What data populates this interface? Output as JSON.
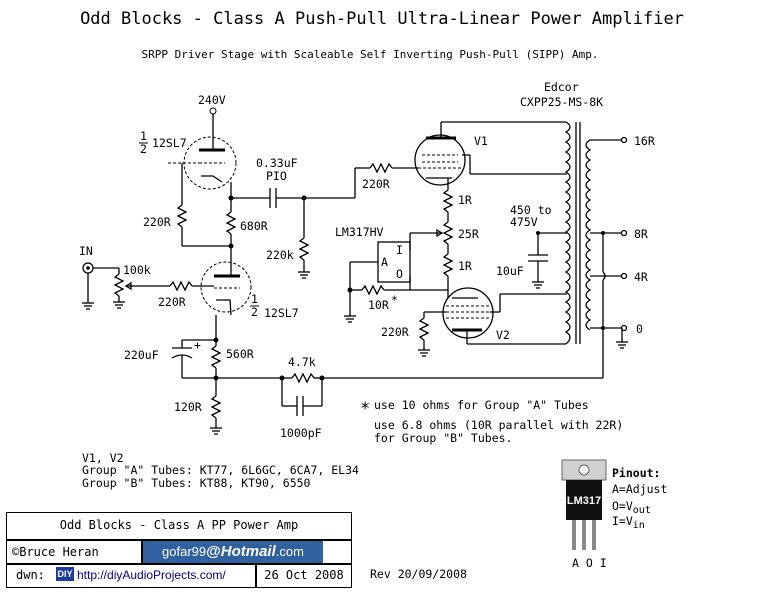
{
  "title": "Odd Blocks - Class A Push-Pull Ultra-Linear Power Amplifier",
  "subtitle": "SRPP Driver Stage with Scaleable Self Inverting Push-Pull (SIPP) Amp.",
  "transformer": {
    "maker": "Edcor",
    "model": "CXPP25-MS-8K"
  },
  "outputs": {
    "o16": "16R",
    "o8": "8R",
    "o4": "4R",
    "o0": "0"
  },
  "labels": {
    "b240": "240V",
    "tube_top": "12SL7",
    "tube_bot": "12SL7",
    "half": "1",
    "half_den": "2",
    "cap033": "0.33uF",
    "pio": "PIO",
    "r220_top": "220R",
    "r680": "680R",
    "r220k": "220k",
    "in": "IN",
    "pot100k": "100k",
    "r220_grid": "220R",
    "c220uf": "220uF",
    "r560": "560R",
    "r120": "120R",
    "r47k": "4.7k",
    "c1000pf": "1000pF",
    "lm317": "LM317HV",
    "lm_i": "I",
    "lm_a": "A",
    "lm_o": "O",
    "r10": "10R",
    "r10star": "*",
    "r220_v1": "220R",
    "r1_top": "1R",
    "r25": "25R",
    "r1_bot": "1R",
    "v450": "450 to",
    "v475": "475V",
    "c10uf": "10uF",
    "v1": "V1",
    "v2": "V2",
    "r220_v2": "220R",
    "plus": "+"
  },
  "notes": {
    "star": "*",
    "n1": "use 10 ohms for Group \"A\" Tubes",
    "n2": "use 6.8 ohms (10R parallel with 22R)",
    "n3": "for Group \"B\" Tubes."
  },
  "tubes": {
    "line1": "V1, V2",
    "line2": "Group \"A\" Tubes: KT77, 6L6GC, 6CA7, EL34",
    "line3": "Group \"B\" Tubes: KT88, KT90, 6550"
  },
  "pinout": {
    "heading": "Pinout:",
    "a": "A=Adjust",
    "o_pre": "O=V",
    "o_sub": "out",
    "i_pre": "I=V",
    "i_sub": "in",
    "chip": "LM317",
    "pins": "A O I"
  },
  "titleblock": {
    "name": "Odd Blocks - Class A PP Power Amp",
    "author": "©Bruce Heran",
    "email_user": "gofar99",
    "email_at": "@",
    "email_domain": "Hotmail",
    "email_tld": ".com",
    "dwn": "dwn:",
    "diy": "DIY",
    "url": "http://diyAudioProjects.com/",
    "date": "26 Oct 2008"
  },
  "rev": "Rev 20/09/2008"
}
